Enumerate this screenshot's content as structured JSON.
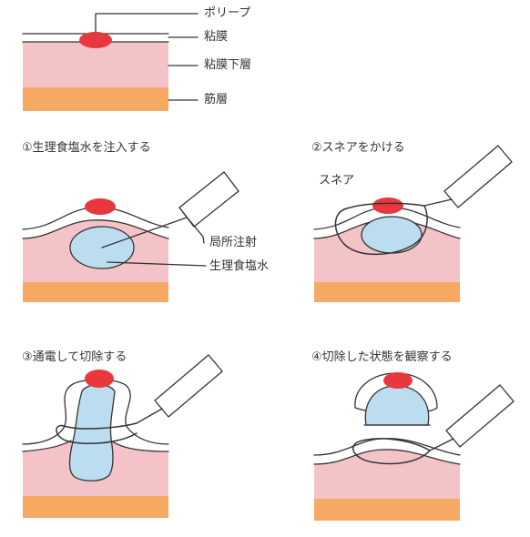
{
  "legend": {
    "polyp": "ポリープ",
    "mucosa": "粘膜",
    "submucosa": "粘膜下層",
    "muscle": "筋層"
  },
  "steps": [
    {
      "title": "①生理食塩水を注入する"
    },
    {
      "title": "②スネアをかける"
    },
    {
      "title": "③通電して切除する"
    },
    {
      "title": "④切除した状態を観察する"
    }
  ],
  "annotations": {
    "local_injection": "局所注射",
    "saline": "生理食塩水",
    "snare": "スネア"
  },
  "colors": {
    "polyp": "#e8383d",
    "submucosa": "#f4c3c8",
    "muscle": "#f5a963",
    "saline": "#bcdcf0",
    "outline": "#333333"
  }
}
